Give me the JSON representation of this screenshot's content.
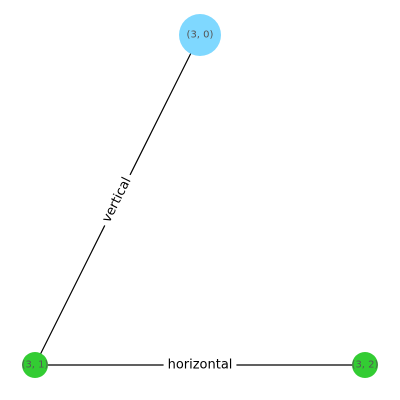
{
  "colors": {
    "root_node": "#7fd8ff",
    "leaf_node": "#33cc33",
    "edge": "#000000",
    "label": "#555555"
  },
  "nodes": [
    {
      "id": "n30",
      "label": "(3, 0)",
      "color_key": "root_node"
    },
    {
      "id": "n31",
      "label": "(3, 1)",
      "color_key": "leaf_node"
    },
    {
      "id": "n32",
      "label": "(3, 2)",
      "color_key": "leaf_node"
    }
  ],
  "edges": [
    {
      "source": "n30",
      "target": "n31",
      "label": "vertical"
    },
    {
      "source": "n31",
      "target": "n32",
      "label": "horizontal"
    }
  ]
}
